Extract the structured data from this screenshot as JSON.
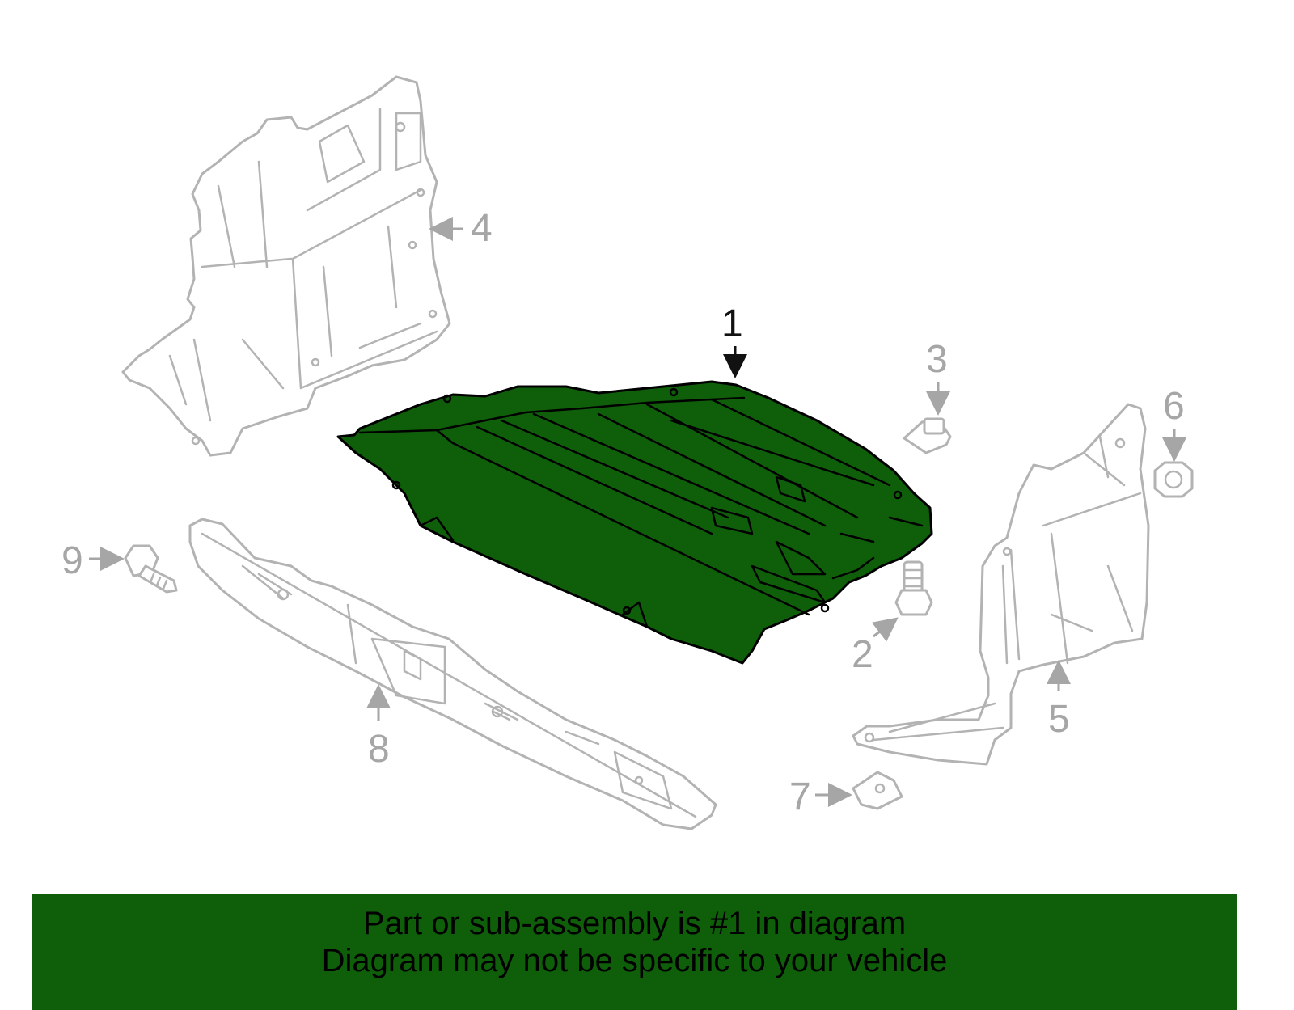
{
  "callouts": {
    "c1": "1",
    "c2": "2",
    "c3": "3",
    "c4": "4",
    "c5": "5",
    "c6": "6",
    "c7": "7",
    "c8": "8",
    "c9": "9"
  },
  "banner": {
    "line1": "Part or sub-assembly is #1 in diagram",
    "line2": "Diagram may not be specific to your vehicle"
  },
  "colors": {
    "highlight_fill": "#0f5e0a",
    "part_outline": "#b3b3b3",
    "banner_background": "#0f5e0a"
  }
}
